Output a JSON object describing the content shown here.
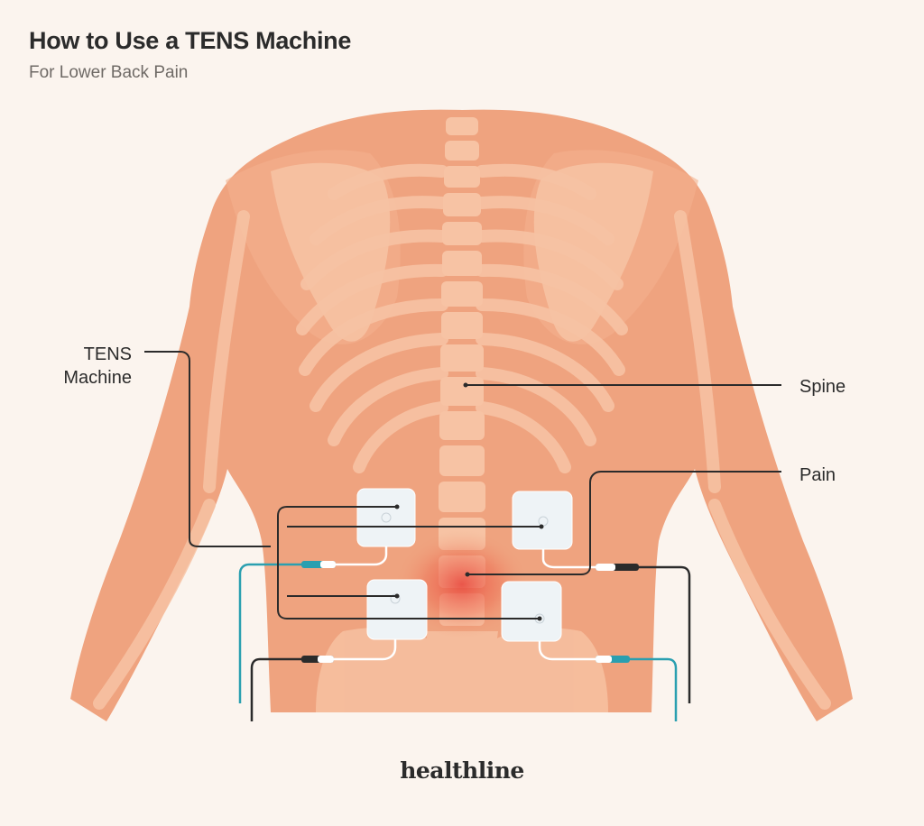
{
  "header": {
    "title": "How to Use a TENS Machine",
    "subtitle": "For Lower Back Pain"
  },
  "labels": {
    "tens_line1": "TENS",
    "tens_line2": "Machine",
    "spine": "Spine",
    "pain": "Pain"
  },
  "brand": {
    "logo_text": "healthline"
  },
  "colors": {
    "background": "#fbf4ee",
    "skin": "#efa37f",
    "bone": "#f7c3a4",
    "pad": "#eef3f6",
    "wire_teal": "#2a9fb0",
    "wire_dark": "#2b2b2b",
    "pain_glow": "#e8433a"
  }
}
